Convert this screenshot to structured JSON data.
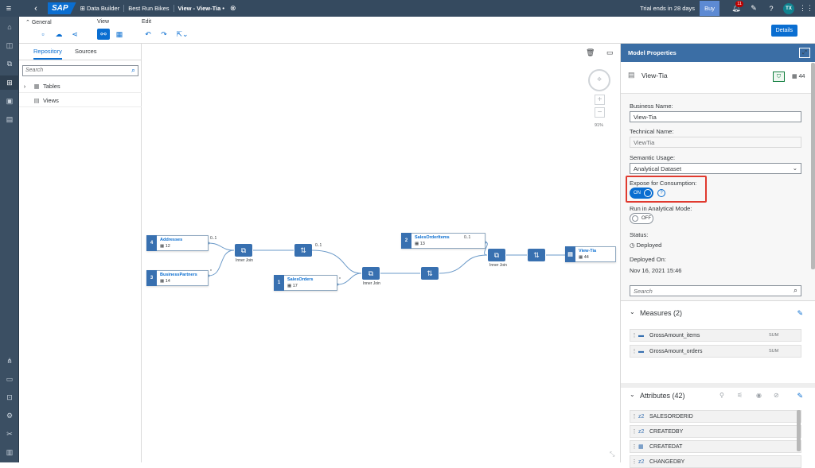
{
  "shell": {
    "app": "Data Builder",
    "space": "Best Run Bikes",
    "view_title": "View - View-Tia •",
    "trial": "Trial ends in 28 days",
    "buy": "Buy",
    "notification_count": "11",
    "avatar": "TX",
    "logo": "SAP"
  },
  "toolbar": {
    "general": "General",
    "view": "View",
    "edit": "Edit",
    "details": "Details"
  },
  "repository": {
    "tabs": [
      "Repository",
      "Sources"
    ],
    "search_placeholder": "Search",
    "items": [
      "Tables",
      "Views"
    ]
  },
  "canvas": {
    "zoom": "91%",
    "nodes": [
      {
        "num": "4",
        "name": "Addresses",
        "count": "12"
      },
      {
        "num": "3",
        "name": "BusinessPartners",
        "count": "14"
      },
      {
        "num": "1",
        "name": "SalesOrders",
        "count": "17"
      },
      {
        "num": "2",
        "name": "SalesOrderItems",
        "count": "13"
      },
      {
        "name": "View-Tia",
        "count": "44"
      }
    ],
    "join_label": "Inner Join",
    "card_01": "0..1",
    "card_n": "*"
  },
  "props": {
    "title": "Model Properties",
    "model_name": "View-Tia",
    "column_count": "44",
    "business_name_label": "Business Name:",
    "business_name": "View-Tia",
    "technical_name_label": "Technical Name:",
    "technical_name": "ViewTia",
    "semantic_usage_label": "Semantic Usage:",
    "semantic_usage": "Analytical Dataset",
    "expose_label": "Expose for Consumption:",
    "expose_value": "ON",
    "analytical_mode_label": "Run in Analytical Mode:",
    "analytical_mode_value": "OFF",
    "status_label": "Status:",
    "status_value": "Deployed",
    "deployed_on_label": "Deployed On:",
    "deployed_on": "Nov 16, 2021 15:46",
    "search_placeholder": "Search",
    "measures_header": "Measures (2)",
    "measures": [
      {
        "name": "GrossAmount_items",
        "agg": "SUM"
      },
      {
        "name": "GrossAmount_orders",
        "agg": "SUM"
      }
    ],
    "attributes_header": "Attributes (42)",
    "attributes": [
      {
        "icon": "z2",
        "name": "SALESORDERID"
      },
      {
        "icon": "z2",
        "name": "CREATEDBY"
      },
      {
        "icon": "▦",
        "name": "CREATEDAT"
      },
      {
        "icon": "z2",
        "name": "CHANGEDBY"
      }
    ]
  },
  "colors": {
    "shell": "#354a5f",
    "accent": "#0a6ed1",
    "node": "#3870b0",
    "highlight": "#e03a2f"
  }
}
